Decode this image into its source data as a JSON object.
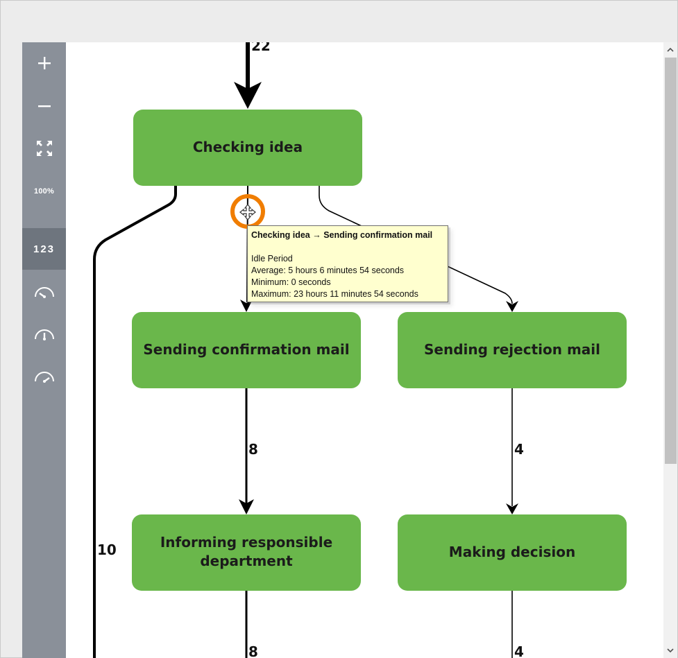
{
  "toolbar": {
    "zoom_level": "100%",
    "counter_label": "123",
    "buttons": [
      {
        "name": "zoom-in-button",
        "icon": "plus-icon"
      },
      {
        "name": "zoom-out-button",
        "icon": "minus-icon"
      },
      {
        "name": "fit-to-screen-button",
        "icon": "fit-screen-icon"
      },
      {
        "name": "speed-slow-button",
        "icon": "gauge-low-icon"
      },
      {
        "name": "speed-medium-button",
        "icon": "gauge-mid-icon"
      },
      {
        "name": "speed-fast-button",
        "icon": "gauge-high-icon"
      }
    ]
  },
  "diagram": {
    "node_color": "#6ab74b",
    "nodes": [
      {
        "id": "checking",
        "label": "Checking idea"
      },
      {
        "id": "confirm",
        "label": "Sending confirmation mail"
      },
      {
        "id": "reject",
        "label": "Sending rejection mail"
      },
      {
        "id": "inform",
        "label_lines": [
          "Informing responsible",
          "department"
        ]
      },
      {
        "id": "decision",
        "label": "Making decision"
      }
    ],
    "edges": [
      {
        "from": "start",
        "to": "checking",
        "count": "22"
      },
      {
        "from": "checking",
        "to": "confirm",
        "count": ""
      },
      {
        "from": "checking",
        "to": "reject",
        "count": ""
      },
      {
        "from": "confirm",
        "to": "inform",
        "count": "8"
      },
      {
        "from": "reject",
        "to": "decision",
        "count": "4"
      },
      {
        "from": "checking",
        "to": "offscreen",
        "count": "10"
      },
      {
        "from": "inform",
        "to": "offscreen",
        "count": "8"
      },
      {
        "from": "decision",
        "to": "offscreen",
        "count": "4"
      }
    ]
  },
  "tooltip": {
    "title": "Checking idea → Sending confirmation mail",
    "section": "Idle Period",
    "average": "Average: 5 hours 6 minutes 54 seconds",
    "minimum": "Minimum: 0 seconds",
    "maximum": "Maximum: 23 hours 11 minutes 54 seconds"
  },
  "cursor": {
    "icon": "move-cursor-icon",
    "highlight_color": "#f07d00"
  }
}
